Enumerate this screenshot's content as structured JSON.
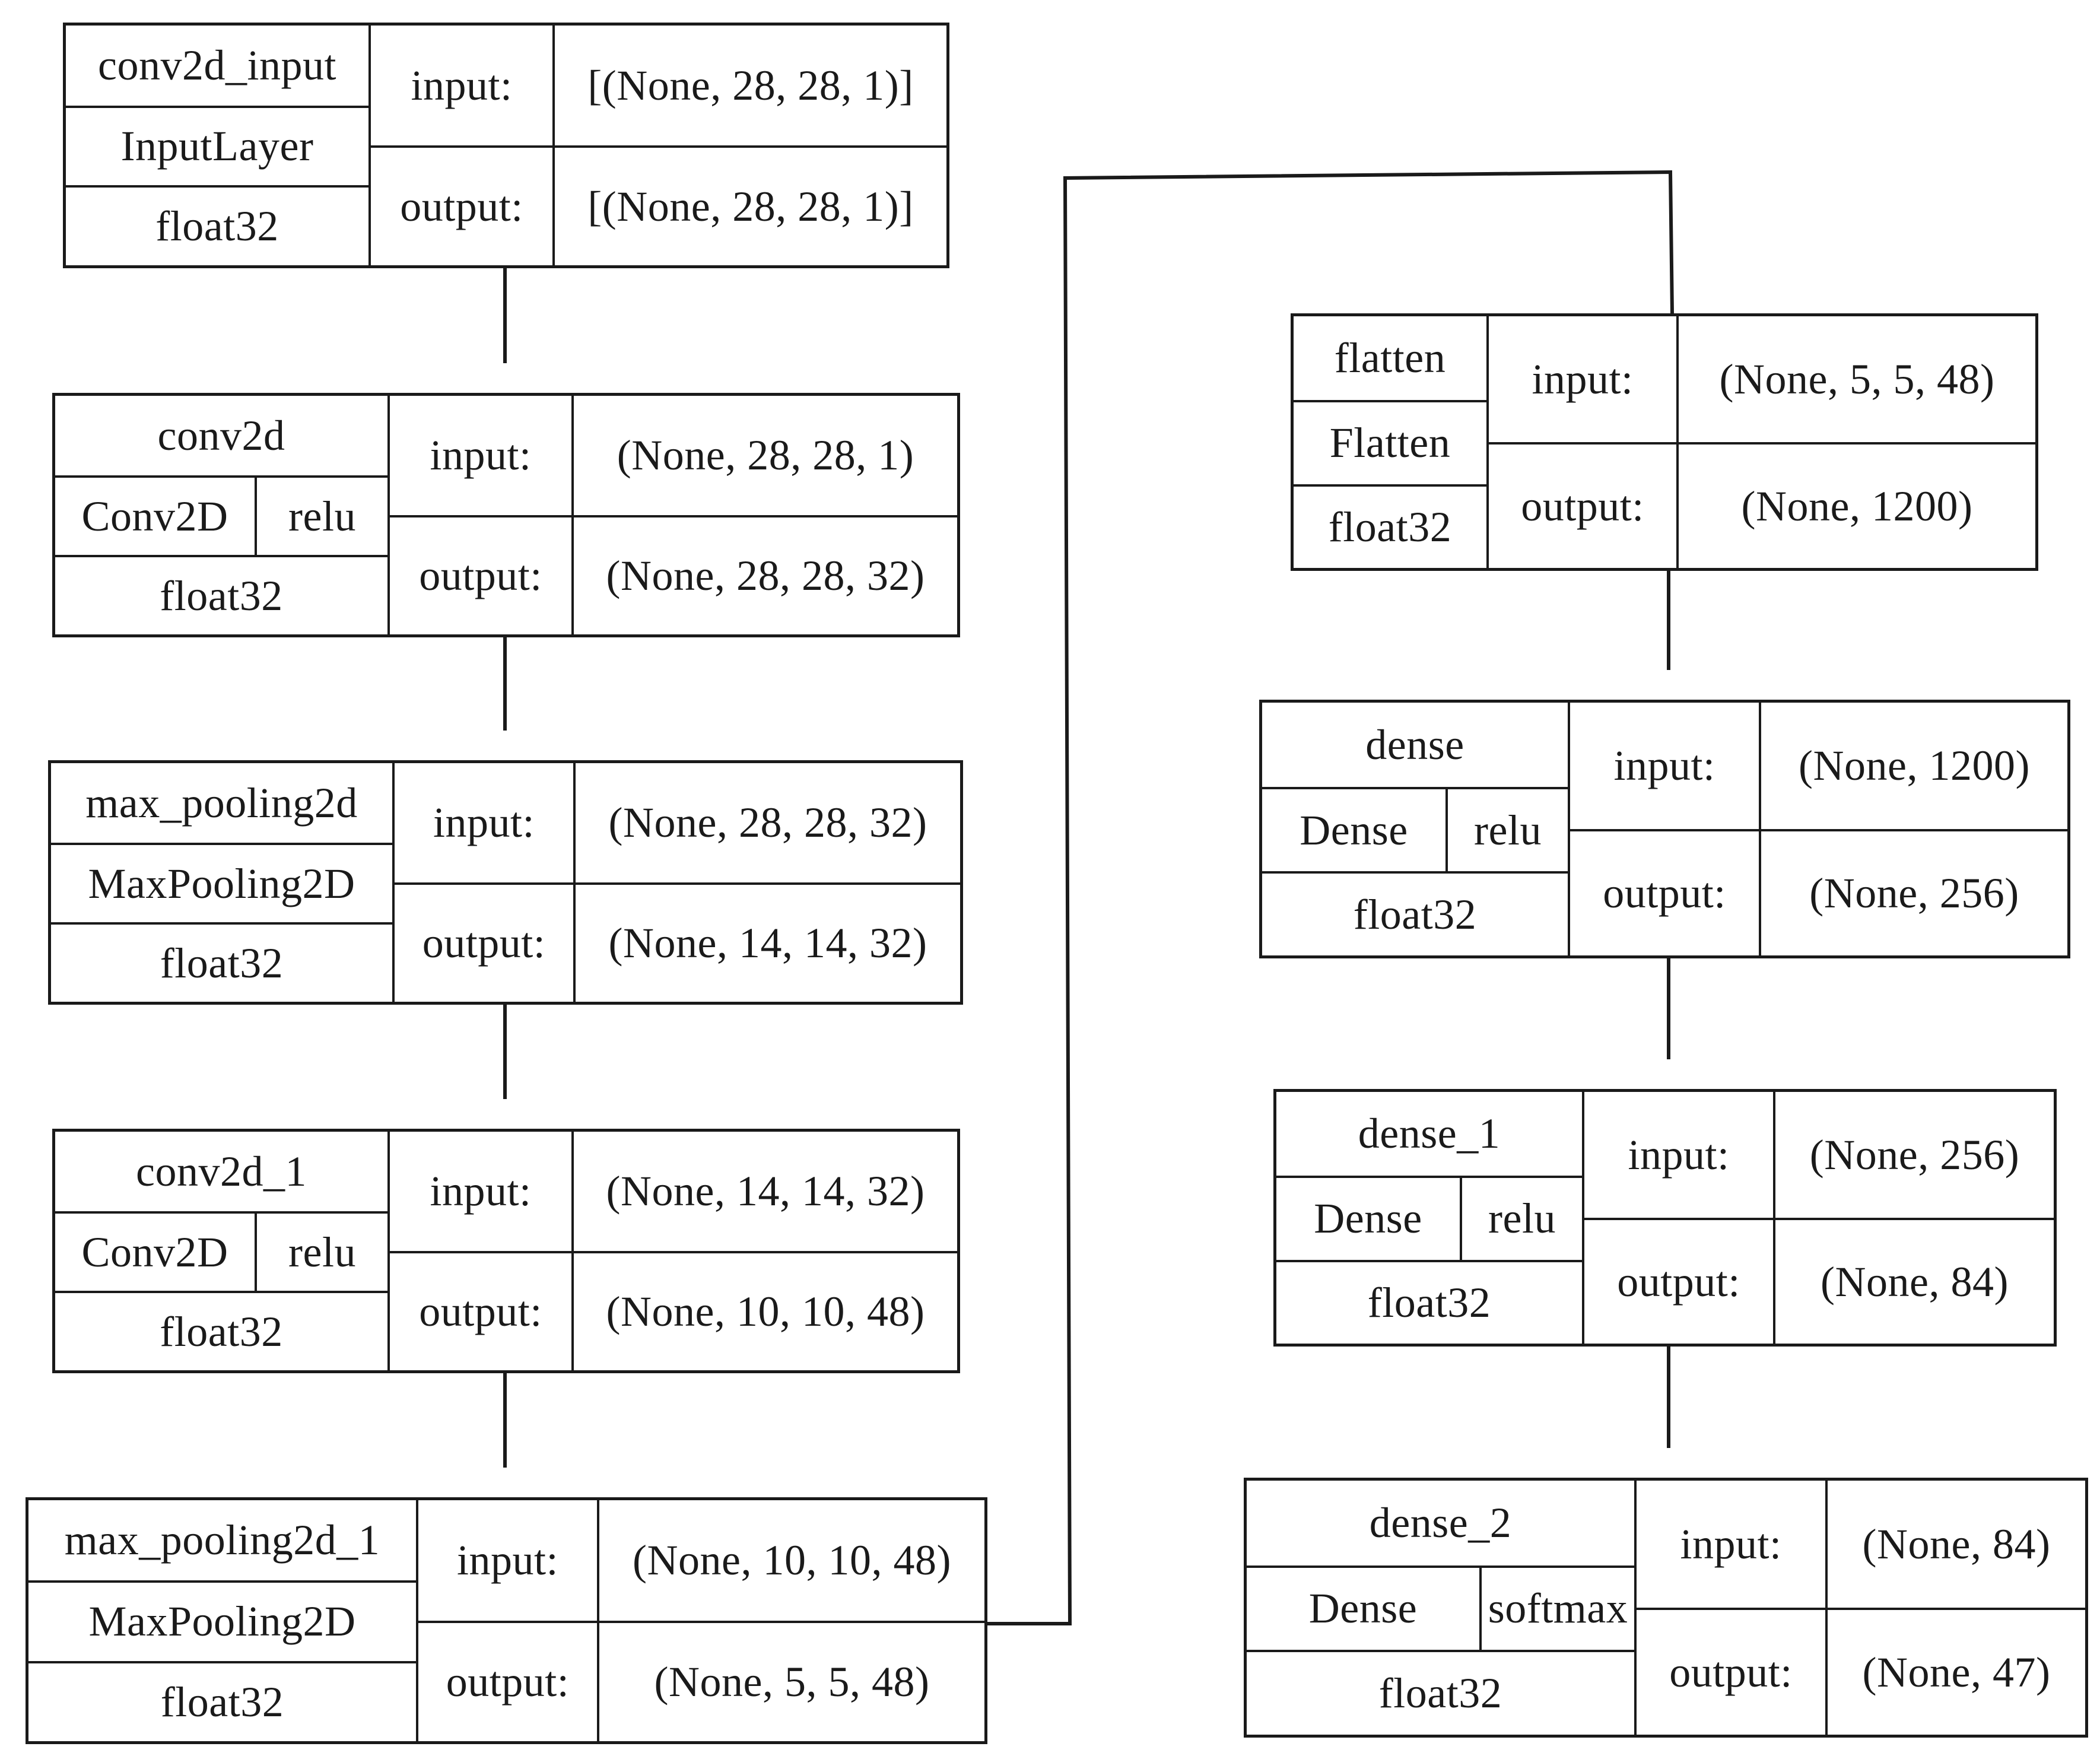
{
  "diagram": {
    "type": "keras-model-plot",
    "colors": {
      "line": "#1a1a1a",
      "background": "#ffffff"
    },
    "layers": [
      {
        "id": "conv2d_input",
        "name": "conv2d_input",
        "class": "InputLayer",
        "activation": null,
        "dtype": "float32",
        "input_label": "input:",
        "input_shape": "[(None, 28, 28, 1)]",
        "output_label": "output:",
        "output_shape": "[(None, 28, 28, 1)]"
      },
      {
        "id": "conv2d",
        "name": "conv2d",
        "class": "Conv2D",
        "activation": "relu",
        "dtype": "float32",
        "input_label": "input:",
        "input_shape": "(None, 28, 28, 1)",
        "output_label": "output:",
        "output_shape": "(None, 28, 28, 32)"
      },
      {
        "id": "max_pooling2d",
        "name": "max_pooling2d",
        "class": "MaxPooling2D",
        "activation": null,
        "dtype": "float32",
        "input_label": "input:",
        "input_shape": "(None, 28, 28, 32)",
        "output_label": "output:",
        "output_shape": "(None, 14, 14, 32)"
      },
      {
        "id": "conv2d_1",
        "name": "conv2d_1",
        "class": "Conv2D",
        "activation": "relu",
        "dtype": "float32",
        "input_label": "input:",
        "input_shape": "(None, 14, 14, 32)",
        "output_label": "output:",
        "output_shape": "(None, 10, 10, 48)"
      },
      {
        "id": "max_pooling2d_1",
        "name": "max_pooling2d_1",
        "class": "MaxPooling2D",
        "activation": null,
        "dtype": "float32",
        "input_label": "input:",
        "input_shape": "(None, 10, 10, 48)",
        "output_label": "output:",
        "output_shape": "(None, 5, 5, 48)"
      },
      {
        "id": "flatten",
        "name": "flatten",
        "class": "Flatten",
        "activation": null,
        "dtype": "float32",
        "input_label": "input:",
        "input_shape": "(None, 5, 5, 48)",
        "output_label": "output:",
        "output_shape": "(None, 1200)"
      },
      {
        "id": "dense",
        "name": "dense",
        "class": "Dense",
        "activation": "relu",
        "dtype": "float32",
        "input_label": "input:",
        "input_shape": "(None, 1200)",
        "output_label": "output:",
        "output_shape": "(None, 256)"
      },
      {
        "id": "dense_1",
        "name": "dense_1",
        "class": "Dense",
        "activation": "relu",
        "dtype": "float32",
        "input_label": "input:",
        "input_shape": "(None, 256)",
        "output_label": "output:",
        "output_shape": "(None, 84)"
      },
      {
        "id": "dense_2",
        "name": "dense_2",
        "class": "Dense",
        "activation": "softmax",
        "dtype": "float32",
        "input_label": "input:",
        "input_shape": "(None, 84)",
        "output_label": "output:",
        "output_shape": "(None, 47)"
      }
    ],
    "edges": [
      {
        "from": "conv2d_input",
        "to": "conv2d"
      },
      {
        "from": "conv2d",
        "to": "max_pooling2d"
      },
      {
        "from": "max_pooling2d",
        "to": "conv2d_1"
      },
      {
        "from": "conv2d_1",
        "to": "max_pooling2d_1"
      },
      {
        "from": "max_pooling2d_1",
        "to": "flatten"
      },
      {
        "from": "flatten",
        "to": "dense"
      },
      {
        "from": "dense",
        "to": "dense_1"
      },
      {
        "from": "dense_1",
        "to": "dense_2"
      }
    ]
  }
}
